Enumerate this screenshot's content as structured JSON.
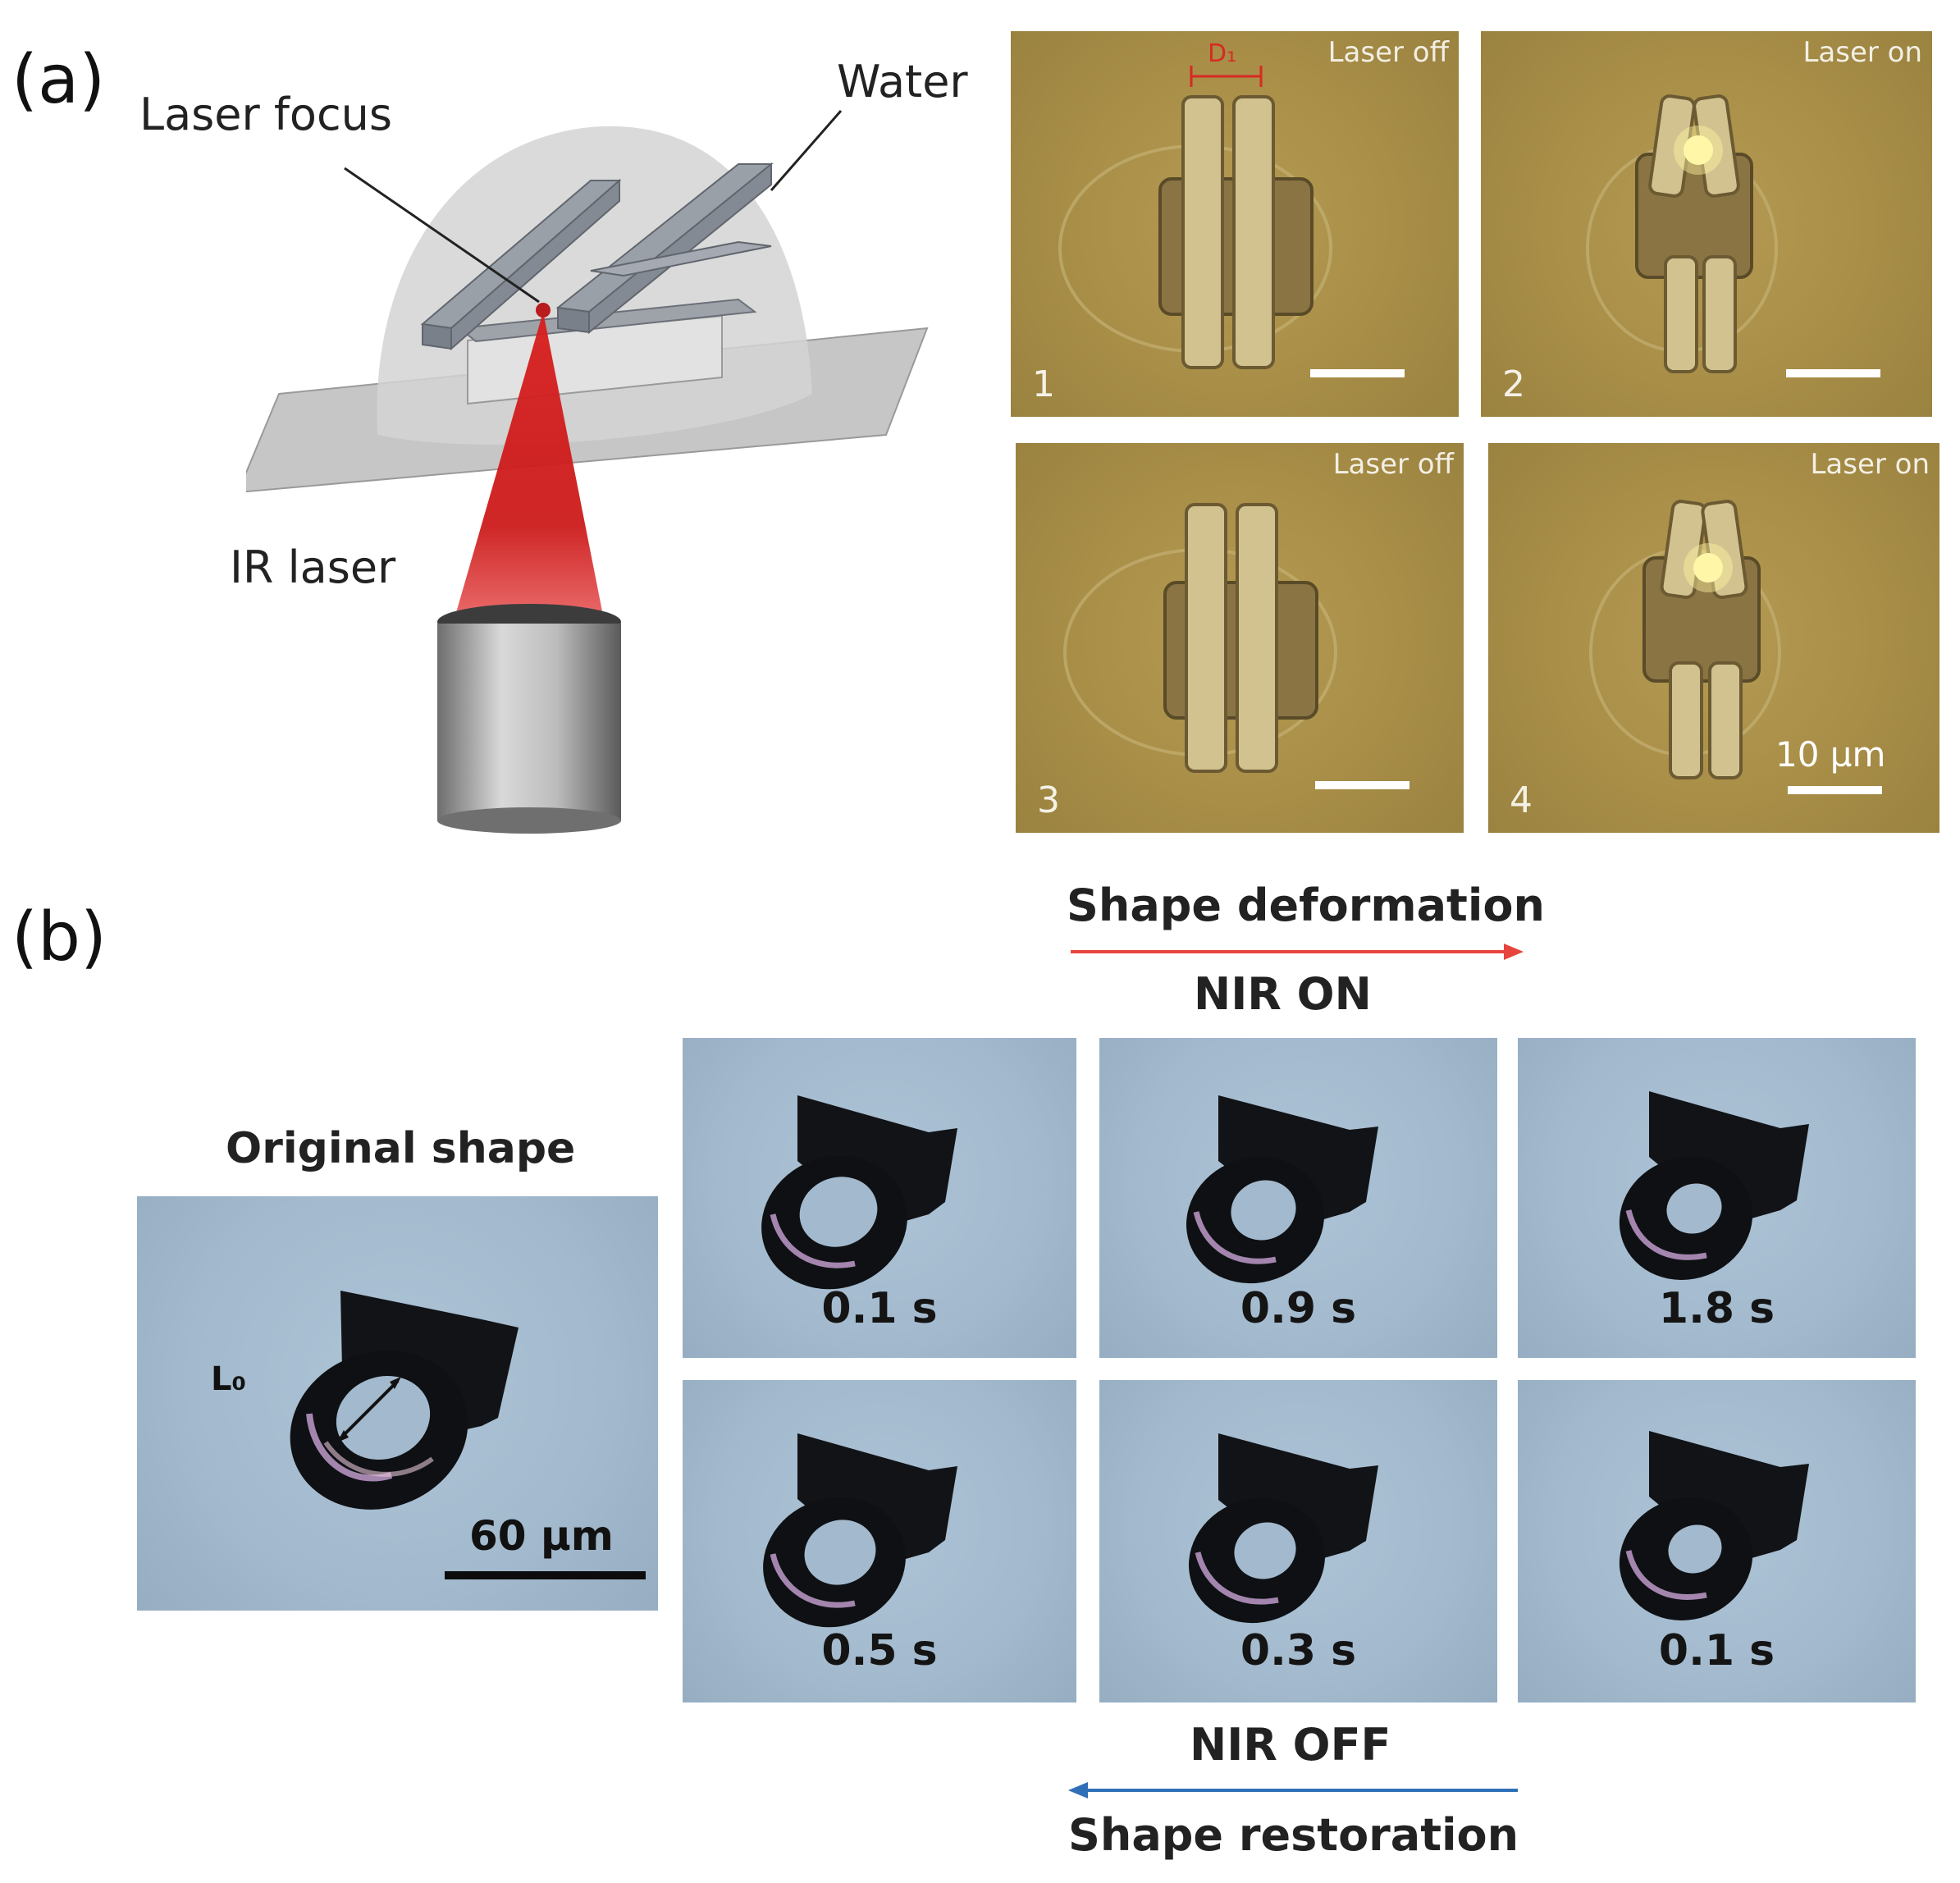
{
  "panel_a": {
    "letter": "(a)",
    "diagram": {
      "water_label": "Water",
      "focus_label": "Laser focus",
      "laser_label": "IR laser"
    },
    "micrographs": [
      {
        "index": "1",
        "status": "Laser off",
        "dimension_label": "D₁"
      },
      {
        "index": "2",
        "status": "Laser on"
      },
      {
        "index": "3",
        "status": "Laser off"
      },
      {
        "index": "4",
        "status": "Laser on",
        "scale_text": "10 µm"
      }
    ]
  },
  "panel_b": {
    "letter": "(b)",
    "deformation_label": "Shape deformation",
    "nir_on_label": "NIR ON",
    "nir_off_label": "NIR OFF",
    "restoration_label": "Shape restoration",
    "original_label": "Original shape",
    "length_label": "L₀",
    "scale_text": "60 µm",
    "top_row_times": [
      "0.1 s",
      "0.9 s",
      "1.8 s"
    ],
    "bottom_row_times": [
      "0.5 s",
      "0.3 s",
      "0.1 s"
    ],
    "arrow_colors": {
      "deformation": "#e8443e",
      "restoration": "#2e6fb7"
    }
  }
}
